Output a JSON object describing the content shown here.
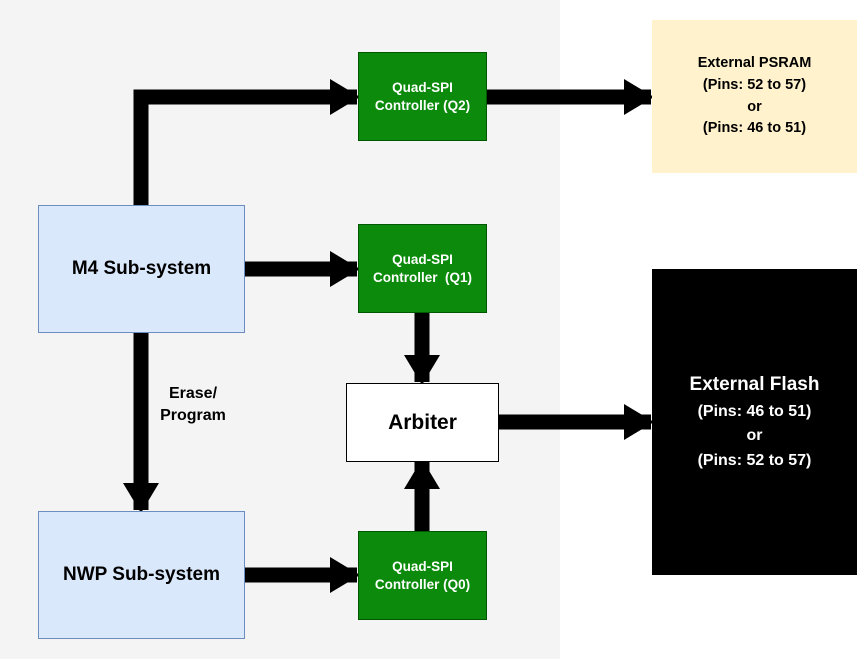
{
  "nodes": {
    "m4": {
      "label": "M4 Sub-system"
    },
    "nwp": {
      "label": "NWP Sub-system"
    },
    "q2": {
      "line1": "Quad-SPI",
      "line2": "Controller (Q2)"
    },
    "q1": {
      "line1": "Quad-SPI",
      "line2": "Controller  (Q1)"
    },
    "q0": {
      "line1": "Quad-SPI",
      "line2": "Controller (Q0)"
    },
    "arbiter": {
      "label": "Arbiter"
    },
    "psram": {
      "lines": [
        "External PSRAM",
        "(Pins: 52 to 57)",
        "or",
        "(Pins: 46 to 51)"
      ]
    },
    "flash": {
      "lines": [
        "External Flash",
        "(Pins: 46 to 51)",
        "or",
        "(Pins: 52 to 57)"
      ]
    }
  },
  "edge_labels": {
    "erase_program": [
      "Erase/",
      "Program"
    ]
  },
  "edges": [
    {
      "from": "m4",
      "to": "q2"
    },
    {
      "from": "m4",
      "to": "q1"
    },
    {
      "from": "m4",
      "to": "nwp",
      "label": "Erase/ Program"
    },
    {
      "from": "nwp",
      "to": "q0"
    },
    {
      "from": "q1",
      "to": "arbiter"
    },
    {
      "from": "q0",
      "to": "arbiter"
    },
    {
      "from": "q2",
      "to": "psram"
    },
    {
      "from": "arbiter",
      "to": "flash"
    }
  ],
  "colors": {
    "subsystem_fill": "#dae8fc",
    "controller_fill": "#0b8a0b",
    "psram_fill": "#fff2cc",
    "flash_fill": "#000000",
    "region_fill": "#f4f4f4"
  }
}
